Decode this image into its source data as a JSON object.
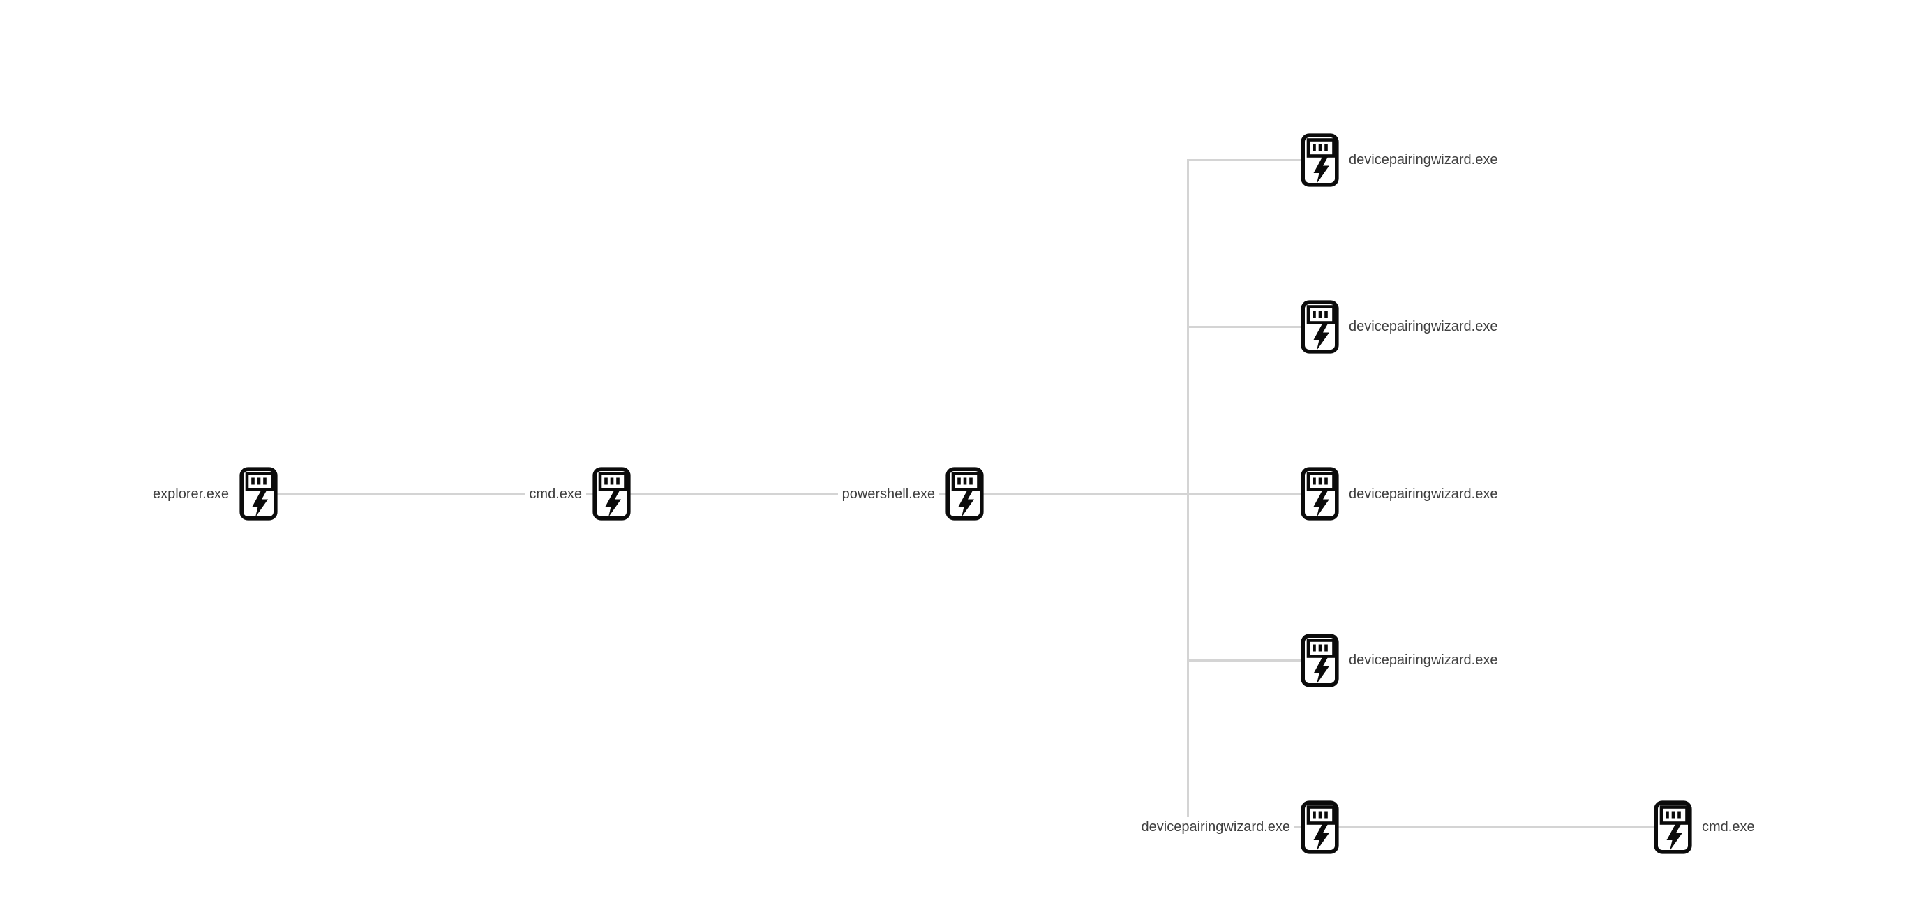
{
  "canvas": {
    "background_color": "#ffffff"
  },
  "style": {
    "edge_color": "#d4d4d4",
    "label_text_color": "#3f3f3f",
    "icon_color": "#0b0b0b"
  },
  "graph": {
    "type": "process-tree",
    "nodes": [
      {
        "id": "explorer",
        "label": "explorer.exe"
      },
      {
        "id": "cmd-1",
        "label": "cmd.exe"
      },
      {
        "id": "powershell",
        "label": "powershell.exe"
      },
      {
        "id": "dpw-1",
        "label": "devicepairingwizard.exe"
      },
      {
        "id": "dpw-2",
        "label": "devicepairingwizard.exe"
      },
      {
        "id": "dpw-3",
        "label": "devicepairingwizard.exe"
      },
      {
        "id": "dpw-4",
        "label": "devicepairingwizard.exe"
      },
      {
        "id": "dpw-5",
        "label": "devicepairingwizard.exe"
      },
      {
        "id": "cmd-2",
        "label": "cmd.exe"
      }
    ],
    "edges": [
      {
        "from": "explorer",
        "to": "cmd-1"
      },
      {
        "from": "cmd-1",
        "to": "powershell"
      },
      {
        "from": "powershell",
        "to": "dpw-1"
      },
      {
        "from": "powershell",
        "to": "dpw-2"
      },
      {
        "from": "powershell",
        "to": "dpw-3"
      },
      {
        "from": "powershell",
        "to": "dpw-4"
      },
      {
        "from": "powershell",
        "to": "dpw-5"
      },
      {
        "from": "dpw-5",
        "to": "cmd-2"
      }
    ]
  }
}
